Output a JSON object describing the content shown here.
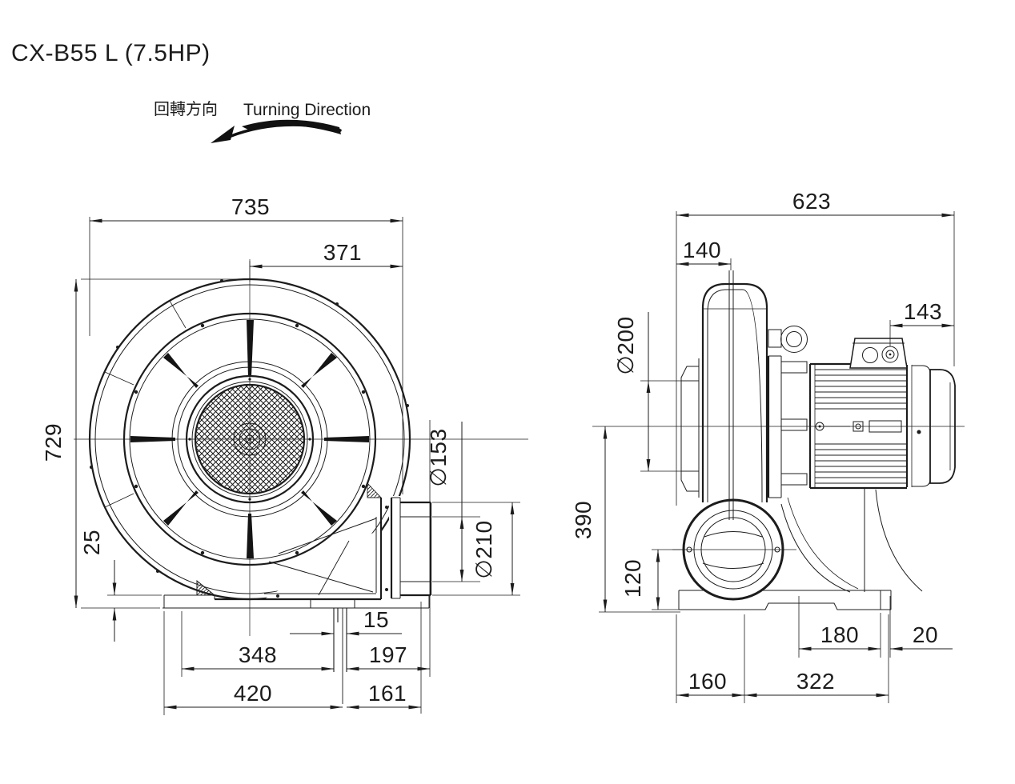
{
  "page": {
    "background": "#ffffff",
    "line_color": "#1c1c1c"
  },
  "header": {
    "title": "CX-B55 L (7.5HP)"
  },
  "rotation": {
    "label_zh": "回轉方向",
    "label_en": "Turning Direction"
  },
  "front_view": {
    "dims": {
      "overall_width": "735",
      "center_to_outlet": "371",
      "overall_height": "729",
      "foot_height": "25",
      "outlet_bore_dia": "∅153",
      "outlet_flange_dia": "∅210",
      "drain_width": "15",
      "foot_to_drain": "348",
      "drain_to_outlet_face": "197",
      "base_width": "420",
      "outlet_offset": "161"
    }
  },
  "side_view": {
    "dims": {
      "overall_depth": "623",
      "housing_front_depth": "140",
      "motor_terminal_offset": "143",
      "inlet_dia": "∅200",
      "centerline_height": "390",
      "outlet_center_height": "120",
      "motor_base_length": "180",
      "base_end_gap": "20",
      "base_front_length": "160",
      "base_rear_length": "322"
    }
  }
}
